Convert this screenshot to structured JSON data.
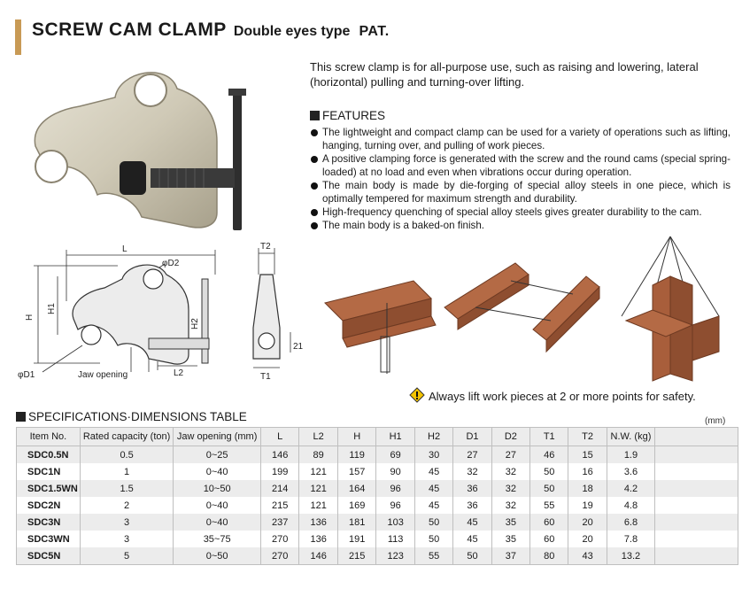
{
  "header": {
    "title": "SCREW CAM CLAMP",
    "subtitle": "Double eyes type",
    "pat": "PAT."
  },
  "intro": "This screw clamp is for all-purpose use, such as raising and lowering, lateral (horizontal) pulling and turning-over lifting.",
  "features": {
    "heading": "FEATURES",
    "items": [
      "The lightweight and compact clamp can be used for a variety of operations such as lifting, hanging, turning over, and pulling of work pieces.",
      "A positive clamping force is generated with the screw and the round cams (special spring-loaded) at no load and even when vibrations occur during operation.",
      "The main body is made by die-forging of special alloy steels in one piece, which is optimally tempered for maximum strength and durability.",
      "High-frequency quenching of special alloy steels gives greater durability to the cam.",
      "The main body is a baked-on finish."
    ]
  },
  "diagram": {
    "L": "L",
    "D2": "φD2",
    "H": "H",
    "H1": "H1",
    "H2": "H2",
    "D1": "φD1",
    "L2": "L2",
    "jaw": "Jaw opening",
    "T2": "T2",
    "T1": "T1",
    "val21": "21"
  },
  "warning": "Always lift work pieces at 2 or more points for safety.",
  "spec": {
    "heading": "SPECIFICATIONS·DIMENSIONS TABLE",
    "unit": "(mm)",
    "columns": [
      "Item No.",
      "Rated capacity (ton)",
      "Jaw opening (mm)",
      "L",
      "L2",
      "H",
      "H1",
      "H2",
      "D1",
      "D2",
      "T1",
      "T2",
      "N.W. (kg)"
    ],
    "rows": [
      [
        "SDC0.5N",
        "0.5",
        "0~25",
        "146",
        "89",
        "119",
        "69",
        "30",
        "27",
        "27",
        "46",
        "15",
        "1.9"
      ],
      [
        "SDC1N",
        "1",
        "0~40",
        "199",
        "121",
        "157",
        "90",
        "45",
        "32",
        "32",
        "50",
        "16",
        "3.6"
      ],
      [
        "SDC1.5WN",
        "1.5",
        "10~50",
        "214",
        "121",
        "164",
        "96",
        "45",
        "36",
        "32",
        "50",
        "18",
        "4.2"
      ],
      [
        "SDC2N",
        "2",
        "0~40",
        "215",
        "121",
        "169",
        "96",
        "45",
        "36",
        "32",
        "55",
        "19",
        "4.8"
      ],
      [
        "SDC3N",
        "3",
        "0~40",
        "237",
        "136",
        "181",
        "103",
        "50",
        "45",
        "35",
        "60",
        "20",
        "6.8"
      ],
      [
        "SDC3WN",
        "3",
        "35~75",
        "270",
        "136",
        "191",
        "113",
        "50",
        "45",
        "35",
        "60",
        "20",
        "7.8"
      ],
      [
        "SDC5N",
        "5",
        "0~50",
        "270",
        "146",
        "215",
        "123",
        "55",
        "50",
        "37",
        "80",
        "43",
        "13.2"
      ]
    ]
  },
  "colors": {
    "accent_bar": "#c89a55",
    "clamp_body": "#d7d2c2",
    "beam": "#9a5a3a",
    "header_bg": "#ececec"
  }
}
